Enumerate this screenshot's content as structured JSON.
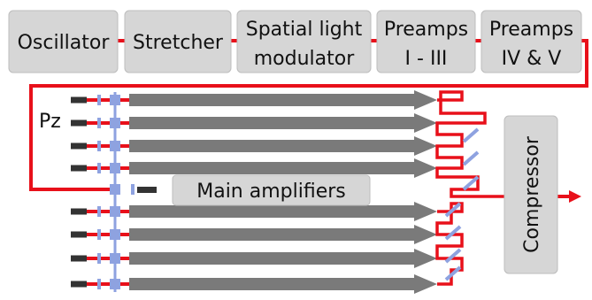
{
  "blocks": {
    "oscillator": "Oscillator",
    "stretcher": "Stretcher",
    "slm_line1": "Spatial light",
    "slm_line2": "modulator",
    "preamps13_line1": "Preamps",
    "preamps13_line2": "I - III",
    "preamps45_line1": "Preamps",
    "preamps45_line2": "IV & V",
    "main_amplifiers": "Main amplifiers",
    "compressor": "Compressor",
    "pz": "Pz"
  },
  "colors": {
    "block_fill": "#d6d6d6",
    "block_stroke": "#bdbdbd",
    "beam": "#e8101a",
    "amplifier": "#7a7a7a",
    "piezo": "#333333",
    "optic": "#8ea2e0"
  }
}
